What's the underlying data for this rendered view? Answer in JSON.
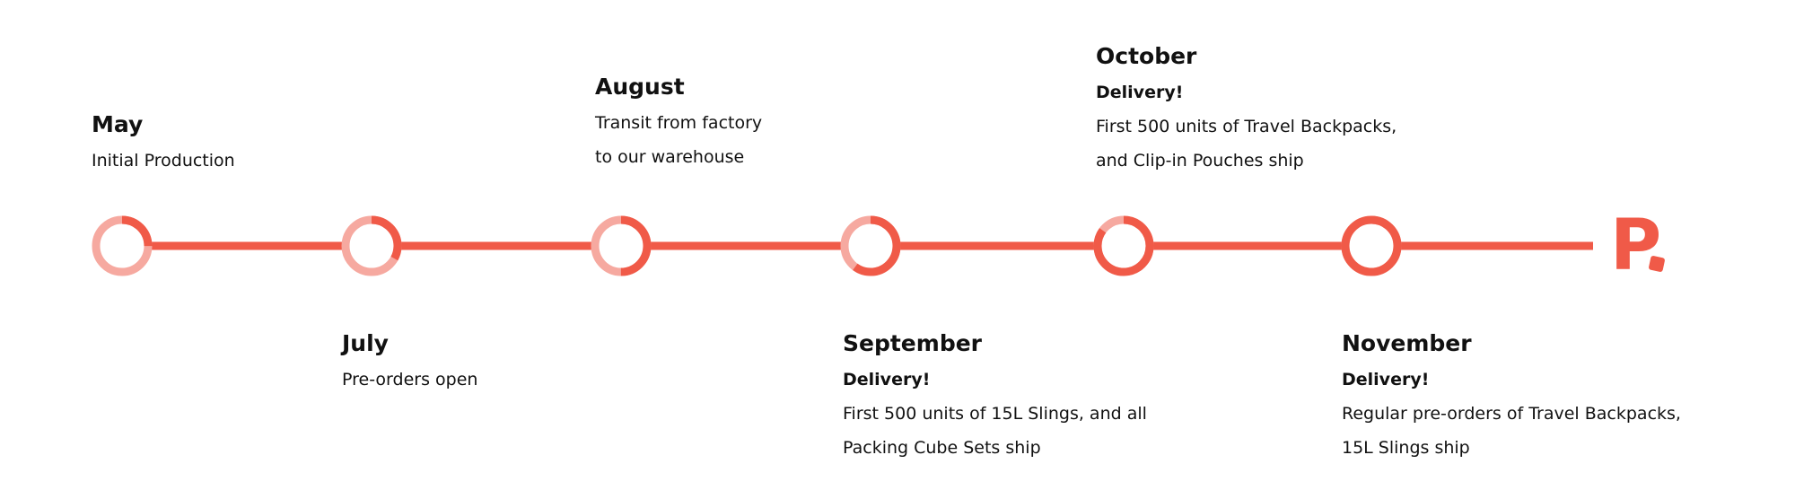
{
  "colors": {
    "accent": "#F05A48",
    "accent_light": "#F6A9A0"
  },
  "milestones": [
    {
      "title": "May",
      "lines": [
        "Initial Production"
      ],
      "progress": 0.25
    },
    {
      "title": "July",
      "lines": [
        "Pre-orders open"
      ],
      "progress": 0.33
    },
    {
      "title": "August",
      "lines": [
        "Transit from factory",
        "to our warehouse"
      ],
      "progress": 0.5
    },
    {
      "title": "September",
      "subtitle": "Delivery!",
      "lines": [
        "First 500 units of 15L Slings, and all",
        "Packing Cube Sets ship"
      ],
      "progress": 0.6
    },
    {
      "title": "October",
      "subtitle": "Delivery!",
      "lines": [
        "First 500 units of Travel Backpacks,",
        "and Clip-in Pouches ship"
      ],
      "progress": 0.85
    },
    {
      "title": "November",
      "subtitle": "Delivery!",
      "lines": [
        "Regular pre-orders of Travel Backpacks,",
        "15L Slings ship"
      ],
      "progress": 1.0
    }
  ],
  "logo": {
    "letter": "P"
  }
}
